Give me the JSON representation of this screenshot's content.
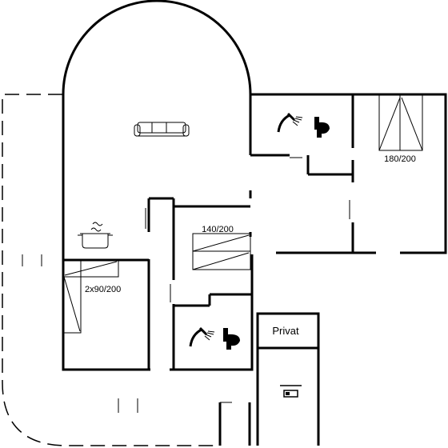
{
  "rooms": {
    "bed_large_label": "180/200",
    "bed_medium_label": "140/200",
    "bed_small_label": "2x90/200",
    "privat_label": "Privat"
  },
  "icons": {
    "living": "sofa-icon",
    "kitchen": "cooking-pot-icon",
    "bathroom_top": [
      "shower-icon",
      "toilet-icon"
    ],
    "bathroom_bottom": [
      "shower-icon",
      "toilet-icon"
    ],
    "private_room": "bed-icon"
  },
  "colors": {
    "line": "#000000",
    "background": "#ffffff"
  }
}
